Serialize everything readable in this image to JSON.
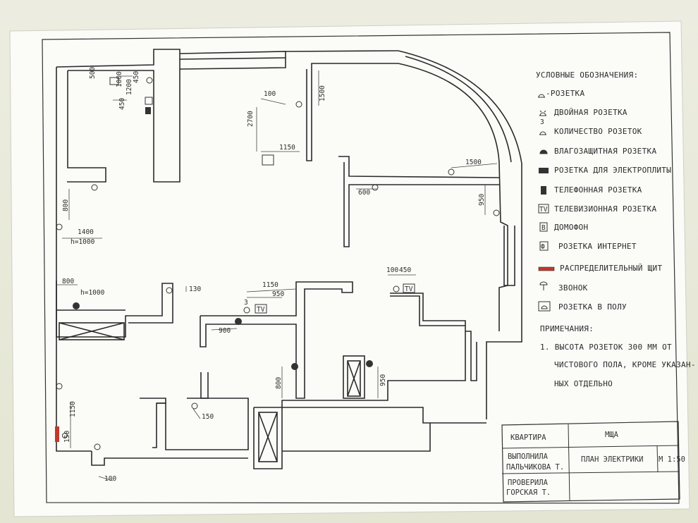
{
  "legend": {
    "title": "УСЛОВНЫЕ ОБОЗНАЧЕНИЯ:",
    "items": [
      {
        "icon": "socket-icon",
        "label": "-РОЗЕТКА"
      },
      {
        "icon": "double-socket-icon",
        "label": "ДВОЙНАЯ РОЗЕТКА"
      },
      {
        "icon": "socket-count-icon",
        "count": "3",
        "label": "КОЛИЧЕСТВО РОЗЕТОК"
      },
      {
        "icon": "waterproof-socket-icon",
        "label": "ВЛАГОЗАЩИТНАЯ РОЗЕТКА"
      },
      {
        "icon": "stove-socket-icon",
        "label": "РОЗЕТКА ДЛЯ ЭЛЕКТРОПЛИТЫ"
      },
      {
        "icon": "phone-socket-icon",
        "label": "ТЕЛЕФОННАЯ РОЗЕТКА"
      },
      {
        "icon": "tv-socket-icon",
        "symbol": "TV",
        "label": "ТЕЛЕВИЗИОННАЯ РОЗЕТКА"
      },
      {
        "icon": "intercom-icon",
        "symbol": "В",
        "label": "ДОМОФОН"
      },
      {
        "icon": "internet-socket-icon",
        "symbol": "Ф",
        "label": "РОЗЕТКА ИНТЕРНЕТ"
      },
      {
        "icon": "distribution-board-icon",
        "label": "РАСПРЕДЕЛИТЕЛЬНЫЙ ЩИТ"
      },
      {
        "icon": "doorbell-icon",
        "label": "ЗВОНОК"
      },
      {
        "icon": "floor-socket-icon",
        "label": "РОЗЕТКА В ПОЛУ"
      }
    ]
  },
  "notes": {
    "title": "ПРИМЕЧАНИЯ:",
    "lines": [
      "1. ВЫСОТА РОЗЕТОК 300 ММ ОТ",
      "ЧИСТОВОГО ПОЛА, КРОМЕ УКАЗАН-",
      "НЫХ ОТДЕЛЬНО"
    ]
  },
  "title_block": {
    "apartment_label": "КВАРТИРА",
    "school": "МЩА",
    "performed_label": "ВЫПОЛНИЛА",
    "performed_name": "ПАЛЬЧИКОВА Т.",
    "checked_label": "ПРОВЕРИЛА",
    "checked_name": "ГОРСКАЯ Т.",
    "drawing_title": "ПЛАН ЭЛЕКТРИКИ",
    "scale": "М 1:50"
  },
  "dimensions": [
    "500",
    "1000",
    "450",
    "1200",
    "450",
    "100",
    "2700",
    "1500",
    "1150",
    "1500",
    "600",
    "950",
    "800",
    "1400",
    "h=1000",
    "800",
    "h=1000",
    "130",
    "1150",
    "950",
    "100",
    "450",
    "900",
    "800",
    "950",
    "1150",
    "150",
    "150",
    "100"
  ],
  "plan_markers": {
    "tv": "TV",
    "count": "3"
  },
  "colors": {
    "paper": "#fbfbf8",
    "ink": "#2a2a2a",
    "board": "#c0392b"
  }
}
